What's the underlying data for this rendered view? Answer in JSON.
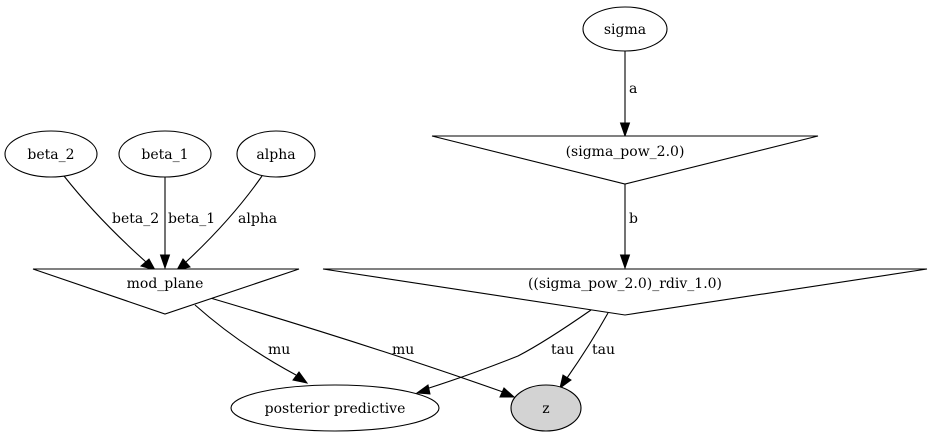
{
  "nodes": {
    "sigma": "sigma",
    "sigma_pow": "(sigma_pow_2.0)",
    "rdiv": "((sigma_pow_2.0)_rdiv_1.0)",
    "beta_2": "beta_2",
    "beta_1": "beta_1",
    "alpha": "alpha",
    "mod_plane": "mod_plane",
    "posterior_predictive": "posterior predictive",
    "z": "z"
  },
  "edges": {
    "sigma_to_pow": "a",
    "pow_to_rdiv": "b",
    "beta2_to_plane": "beta_2",
    "beta1_to_plane": "beta_1",
    "alpha_to_plane": "alpha",
    "plane_to_pp": "mu",
    "plane_to_z": "mu",
    "rdiv_to_pp": "tau",
    "rdiv_to_z": "tau"
  },
  "colors": {
    "observed_fill": "#d3d3d3",
    "stroke": "#000000"
  }
}
